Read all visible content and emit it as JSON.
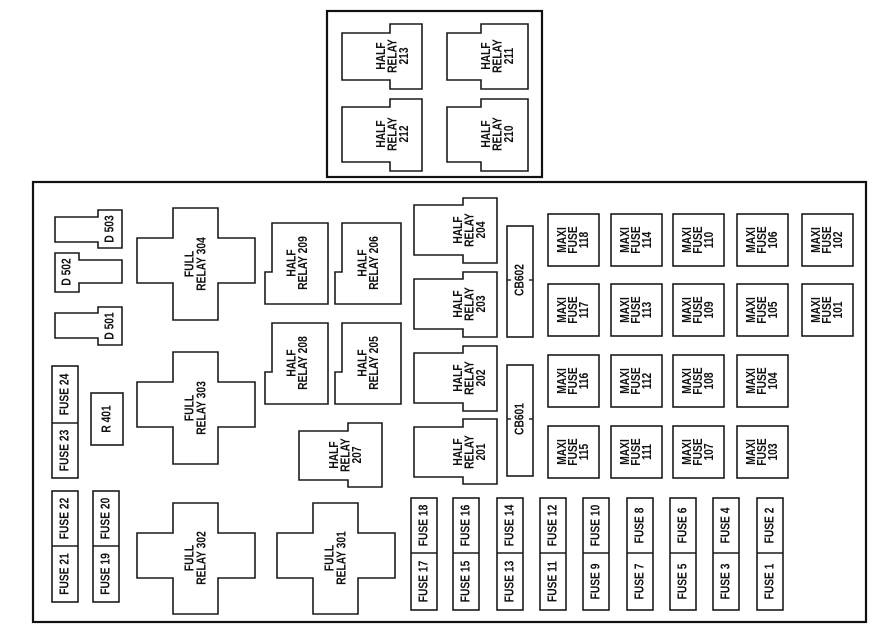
{
  "top_panel": {
    "relays": [
      {
        "id": "half-relay-213",
        "lines": [
          "HALF",
          "RELAY",
          "213"
        ]
      },
      {
        "id": "half-relay-211",
        "lines": [
          "HALF",
          "RELAY",
          "211"
        ]
      },
      {
        "id": "half-relay-212",
        "lines": [
          "HALF",
          "RELAY",
          "212"
        ]
      },
      {
        "id": "half-relay-210",
        "lines": [
          "HALF",
          "RELAY",
          "210"
        ]
      }
    ]
  },
  "main_panel": {
    "diodes": [
      {
        "id": "d-503",
        "lines": [
          "D 503"
        ]
      },
      {
        "id": "d-502",
        "lines": [
          "D 502"
        ]
      },
      {
        "id": "d-501",
        "lines": [
          "D 501"
        ]
      }
    ],
    "resistor": {
      "id": "r-401",
      "lines": [
        "R 401"
      ]
    },
    "full_relays": [
      {
        "id": "full-relay-304",
        "lines": [
          "FULL",
          "RELAY 304"
        ]
      },
      {
        "id": "full-relay-303",
        "lines": [
          "FULL",
          "RELAY 303"
        ]
      },
      {
        "id": "full-relay-302",
        "lines": [
          "FULL",
          "RELAY 302"
        ]
      },
      {
        "id": "full-relay-301",
        "lines": [
          "FULL",
          "RELAY 301"
        ]
      }
    ],
    "half_relays": [
      {
        "id": "half-relay-209",
        "lines": [
          "HALF",
          "RELAY 209"
        ]
      },
      {
        "id": "half-relay-206",
        "lines": [
          "HALF",
          "RELAY 206"
        ]
      },
      {
        "id": "half-relay-208",
        "lines": [
          "HALF",
          "RELAY 208"
        ]
      },
      {
        "id": "half-relay-205",
        "lines": [
          "HALF",
          "RELAY 205"
        ]
      },
      {
        "id": "half-relay-207",
        "lines": [
          "HALF",
          "RELAY",
          "207"
        ]
      },
      {
        "id": "half-relay-204",
        "lines": [
          "HALF",
          "RELAY",
          "204"
        ]
      },
      {
        "id": "half-relay-203",
        "lines": [
          "HALF",
          "RELAY",
          "203"
        ]
      },
      {
        "id": "half-relay-202",
        "lines": [
          "HALF",
          "RELAY",
          "202"
        ]
      },
      {
        "id": "half-relay-201",
        "lines": [
          "HALF",
          "RELAY",
          "201"
        ]
      }
    ],
    "circuit_breakers": [
      {
        "id": "cb-602",
        "lines": [
          "CB602"
        ]
      },
      {
        "id": "cb-601",
        "lines": [
          "CB601"
        ]
      }
    ],
    "maxi_fuses": [
      {
        "id": "maxi-118",
        "lines": [
          "MAXI",
          "FUSE",
          "118"
        ]
      },
      {
        "id": "maxi-114",
        "lines": [
          "MAXI",
          "FUSE",
          "114"
        ]
      },
      {
        "id": "maxi-110",
        "lines": [
          "MAXI",
          "FUSE",
          "110"
        ]
      },
      {
        "id": "maxi-106",
        "lines": [
          "MAXI",
          "FUSE",
          "106"
        ]
      },
      {
        "id": "maxi-102",
        "lines": [
          "MAXI",
          "FUSE",
          "102"
        ]
      },
      {
        "id": "maxi-117",
        "lines": [
          "MAXI",
          "FUSE",
          "117"
        ]
      },
      {
        "id": "maxi-113",
        "lines": [
          "MAXI",
          "FUSE",
          "113"
        ]
      },
      {
        "id": "maxi-109",
        "lines": [
          "MAXI",
          "FUSE",
          "109"
        ]
      },
      {
        "id": "maxi-105",
        "lines": [
          "MAXI",
          "FUSE",
          "105"
        ]
      },
      {
        "id": "maxi-101",
        "lines": [
          "MAXI",
          "FUSE",
          "101"
        ]
      },
      {
        "id": "maxi-116",
        "lines": [
          "MAXI",
          "FUSE",
          "116"
        ]
      },
      {
        "id": "maxi-112",
        "lines": [
          "MAXI",
          "FUSE",
          "112"
        ]
      },
      {
        "id": "maxi-108",
        "lines": [
          "MAXI",
          "FUSE",
          "108"
        ]
      },
      {
        "id": "maxi-104",
        "lines": [
          "MAXI",
          "FUSE",
          "104"
        ]
      },
      {
        "id": "maxi-115",
        "lines": [
          "MAXI",
          "FUSE",
          "115"
        ]
      },
      {
        "id": "maxi-111",
        "lines": [
          "MAXI",
          "FUSE",
          "111"
        ]
      },
      {
        "id": "maxi-107",
        "lines": [
          "MAXI",
          "FUSE",
          "107"
        ]
      },
      {
        "id": "maxi-103",
        "lines": [
          "MAXI",
          "FUSE",
          "103"
        ]
      }
    ],
    "mini_fuse_pairs": [
      {
        "id": "fuse-24-23",
        "upper": "FUSE 24",
        "lower": "FUSE 23"
      },
      {
        "id": "fuse-22-21",
        "upper": "FUSE 22",
        "lower": "FUSE 21"
      },
      {
        "id": "fuse-20-19",
        "upper": "FUSE 20",
        "lower": "FUSE 19"
      },
      {
        "id": "fuse-18-17",
        "upper": "FUSE 18",
        "lower": "FUSE 17"
      },
      {
        "id": "fuse-16-15",
        "upper": "FUSE 16",
        "lower": "FUSE 15"
      },
      {
        "id": "fuse-14-13",
        "upper": "FUSE 14",
        "lower": "FUSE 13"
      },
      {
        "id": "fuse-12-11",
        "upper": "FUSE 12",
        "lower": "FUSE 11"
      },
      {
        "id": "fuse-10-9",
        "upper": "FUSE 10",
        "lower": "FUSE 9"
      },
      {
        "id": "fuse-8-7",
        "upper": "FUSE 8",
        "lower": "FUSE 7"
      },
      {
        "id": "fuse-6-5",
        "upper": "FUSE 6",
        "lower": "FUSE 5"
      },
      {
        "id": "fuse-4-3",
        "upper": "FUSE 4",
        "lower": "FUSE 3"
      },
      {
        "id": "fuse-2-1",
        "upper": "FUSE 2",
        "lower": "FUSE 1"
      }
    ]
  }
}
